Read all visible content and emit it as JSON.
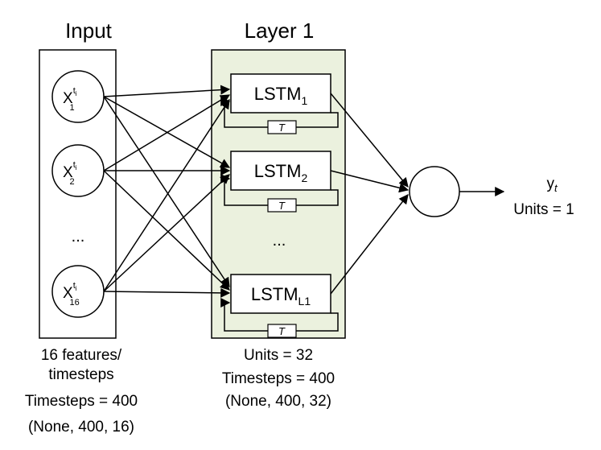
{
  "input_title": "Input",
  "layer_title": "Layer 1",
  "input_nodes": [
    {
      "base": "X",
      "sup": "t",
      "supsub": "i",
      "sub": "1"
    },
    {
      "base": "X",
      "sup": "t",
      "supsub": "i",
      "sub": "2"
    },
    {
      "base": "X",
      "sup": "t",
      "supsub": "i",
      "sub": "16"
    }
  ],
  "input_ellipsis": "...",
  "lstm_units": [
    {
      "base": "LSTM",
      "sub": "1"
    },
    {
      "base": "LSTM",
      "sub": "2"
    },
    {
      "base": "LSTM",
      "sub": "L1"
    }
  ],
  "lstm_ellipsis": "...",
  "recurrent_label": "T",
  "output": {
    "var": "y",
    "sub": "t",
    "units": "Units = 1"
  },
  "input_caption": [
    "16 features/",
    "timesteps",
    "Timesteps = 400",
    "(None, 400, 16)"
  ],
  "layer_caption": [
    "Units = 32",
    "Timesteps = 400",
    "(None, 400, 32)"
  ],
  "colors": {
    "layer_fill": "#ebf1de",
    "stroke": "#000000"
  }
}
